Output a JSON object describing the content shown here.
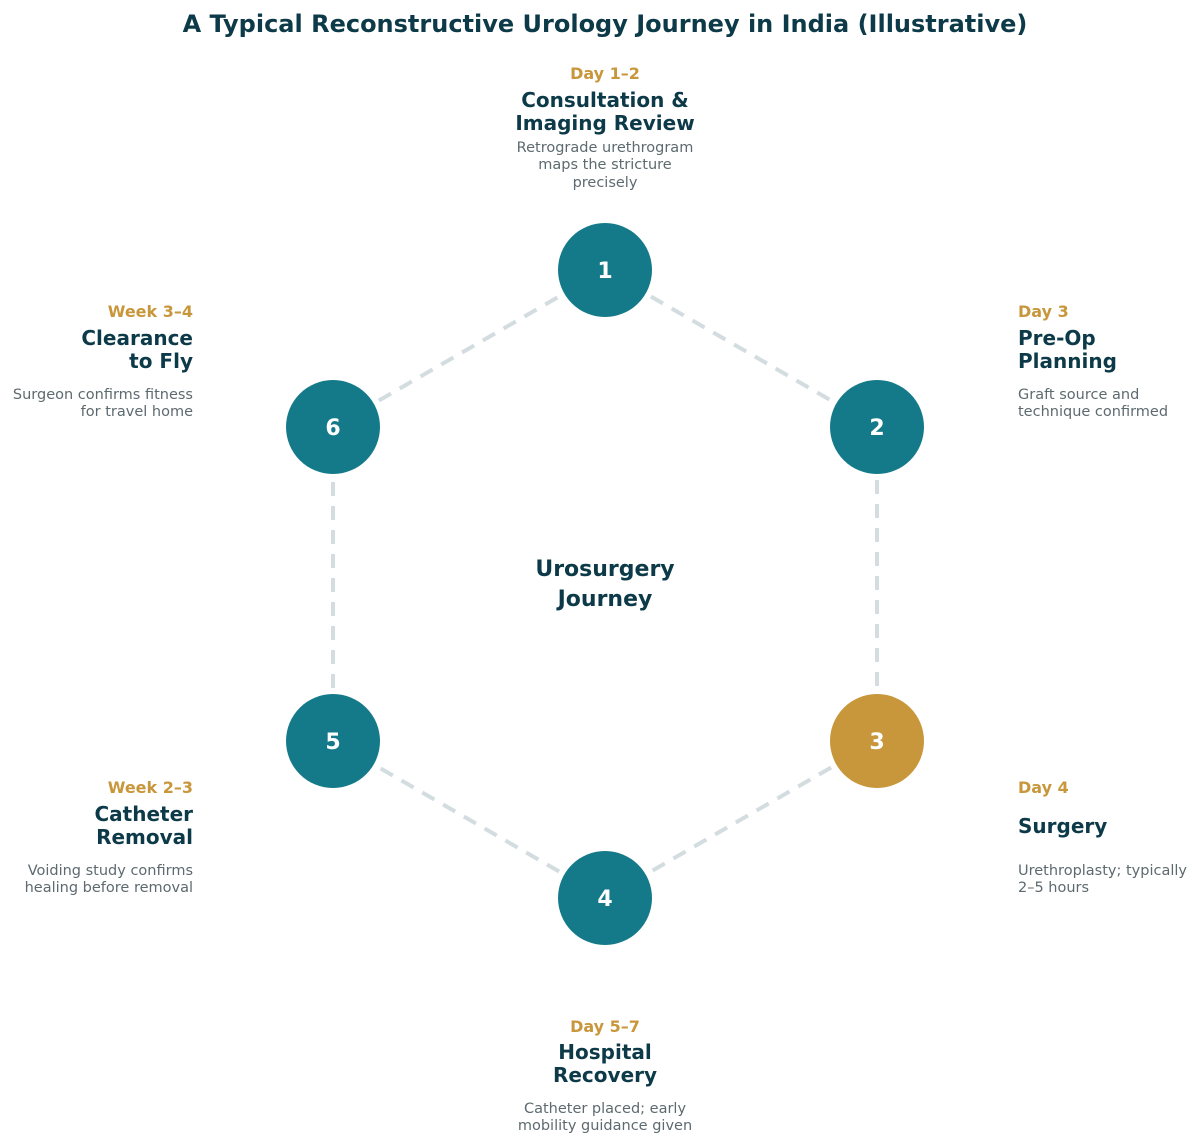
{
  "title": "A Typical Reconstructive Urology Journey in India (Illustrative)",
  "center_label": [
    "Urosurgery",
    "Journey"
  ],
  "colors": {
    "node": "#147a8a",
    "node_highlight": "#c8963b",
    "title": "#0d3a48",
    "when": "#c8963b",
    "desc": "#5d6a6f",
    "connector": "#d3dde0"
  },
  "steps": [
    {
      "number": "1",
      "when": "Day 1–2",
      "title": [
        "Consultation &",
        "Imaging Review"
      ],
      "desc": [
        "Retrograde urethrogram",
        "maps the stricture",
        "precisely"
      ],
      "highlight": false
    },
    {
      "number": "2",
      "when": "Day 3",
      "title": [
        "Pre-Op",
        "Planning"
      ],
      "desc": [
        "Graft source and",
        "technique confirmed"
      ],
      "highlight": false
    },
    {
      "number": "3",
      "when": "Day 4",
      "title": [
        "Surgery"
      ],
      "desc": [
        "Urethroplasty; typically",
        "2–5 hours"
      ],
      "highlight": true
    },
    {
      "number": "4",
      "when": "Day 5–7",
      "title": [
        "Hospital",
        "Recovery"
      ],
      "desc": [
        "Catheter placed; early",
        "mobility guidance given"
      ],
      "highlight": false
    },
    {
      "number": "5",
      "when": "Week 2–3",
      "title": [
        "Catheter",
        "Removal"
      ],
      "desc": [
        "Voiding study confirms",
        "healing before removal"
      ],
      "highlight": false
    },
    {
      "number": "6",
      "when": "Week 3–4",
      "title": [
        "Clearance",
        "to Fly"
      ],
      "desc": [
        "Surgeon confirms fitness",
        "for travel home"
      ],
      "highlight": false
    }
  ]
}
